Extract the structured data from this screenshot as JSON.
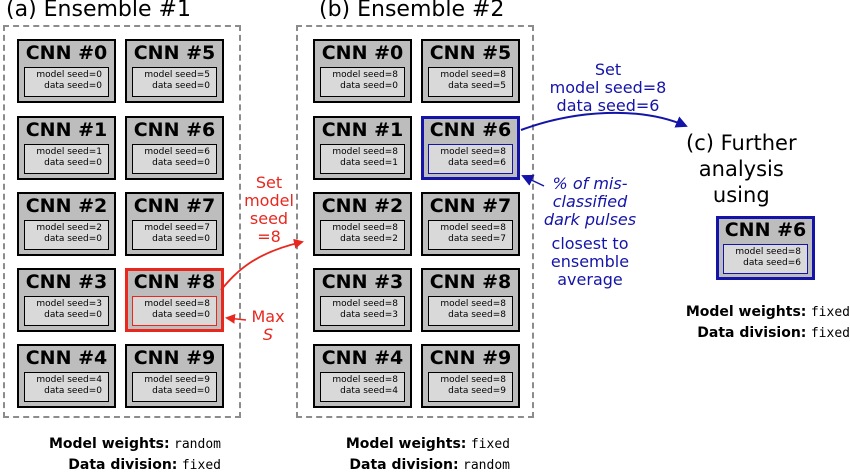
{
  "panel_a": {
    "title": "(a) Ensemble #1",
    "cnns": [
      {
        "name": "CNN #0",
        "model_seed": "model seed=0",
        "data_seed": "data seed=0"
      },
      {
        "name": "CNN #5",
        "model_seed": "model seed=5",
        "data_seed": "data seed=0"
      },
      {
        "name": "CNN #1",
        "model_seed": "model seed=1",
        "data_seed": "data seed=0"
      },
      {
        "name": "CNN #6",
        "model_seed": "model seed=6",
        "data_seed": "data seed=0"
      },
      {
        "name": "CNN #2",
        "model_seed": "model seed=2",
        "data_seed": "data seed=0"
      },
      {
        "name": "CNN #7",
        "model_seed": "model seed=7",
        "data_seed": "data seed=0"
      },
      {
        "name": "CNN #3",
        "model_seed": "model seed=3",
        "data_seed": "data seed=0"
      },
      {
        "name": "CNN #8",
        "model_seed": "model seed=8",
        "data_seed": "data seed=0"
      },
      {
        "name": "CNN #4",
        "model_seed": "model seed=4",
        "data_seed": "data seed=0"
      },
      {
        "name": "CNN #9",
        "model_seed": "model seed=9",
        "data_seed": "data seed=0"
      }
    ],
    "weights_label": "Model weights:",
    "weights_value": "random",
    "division_label": "Data division:",
    "division_value": "fixed"
  },
  "panel_b": {
    "title": "(b) Ensemble #2",
    "cnns": [
      {
        "name": "CNN #0",
        "model_seed": "model seed=8",
        "data_seed": "data seed=0"
      },
      {
        "name": "CNN #5",
        "model_seed": "model seed=8",
        "data_seed": "data seed=5"
      },
      {
        "name": "CNN #1",
        "model_seed": "model seed=8",
        "data_seed": "data seed=1"
      },
      {
        "name": "CNN #6",
        "model_seed": "model seed=8",
        "data_seed": "data seed=6"
      },
      {
        "name": "CNN #2",
        "model_seed": "model seed=8",
        "data_seed": "data seed=2"
      },
      {
        "name": "CNN #7",
        "model_seed": "model seed=8",
        "data_seed": "data seed=7"
      },
      {
        "name": "CNN #3",
        "model_seed": "model seed=8",
        "data_seed": "data seed=3"
      },
      {
        "name": "CNN #8",
        "model_seed": "model seed=8",
        "data_seed": "data seed=8"
      },
      {
        "name": "CNN #4",
        "model_seed": "model seed=8",
        "data_seed": "data seed=4"
      },
      {
        "name": "CNN #9",
        "model_seed": "model seed=8",
        "data_seed": "data seed=9"
      }
    ],
    "weights_label": "Model weights:",
    "weights_value": "fixed",
    "division_label": "Data division:",
    "division_value": "random"
  },
  "panel_c": {
    "title_lines": [
      "(c) Further",
      "analysis",
      "using"
    ],
    "cnn": {
      "name": "CNN #6",
      "model_seed": "model seed=8",
      "data_seed": "data seed=6"
    },
    "weights_label": "Model weights:",
    "weights_value": "fixed",
    "division_label": "Data division:",
    "division_value": "fixed"
  },
  "annotations": {
    "set_model_seed": [
      "Set",
      "model",
      "seed",
      "=8"
    ],
    "max_s": [
      "Max",
      "S"
    ],
    "misclassified": [
      "% of mis-",
      "classified",
      "dark pulses",
      "closest to",
      "ensemble",
      "average"
    ],
    "set_seeds": [
      "Set",
      "model seed=8",
      "data seed=6"
    ]
  },
  "colors": {
    "red": "#e8281f",
    "blue": "#1414a8",
    "box_fill": "#bdbdbd",
    "seed_fill": "#d9d9d9",
    "dash": "#8c8c8c"
  }
}
